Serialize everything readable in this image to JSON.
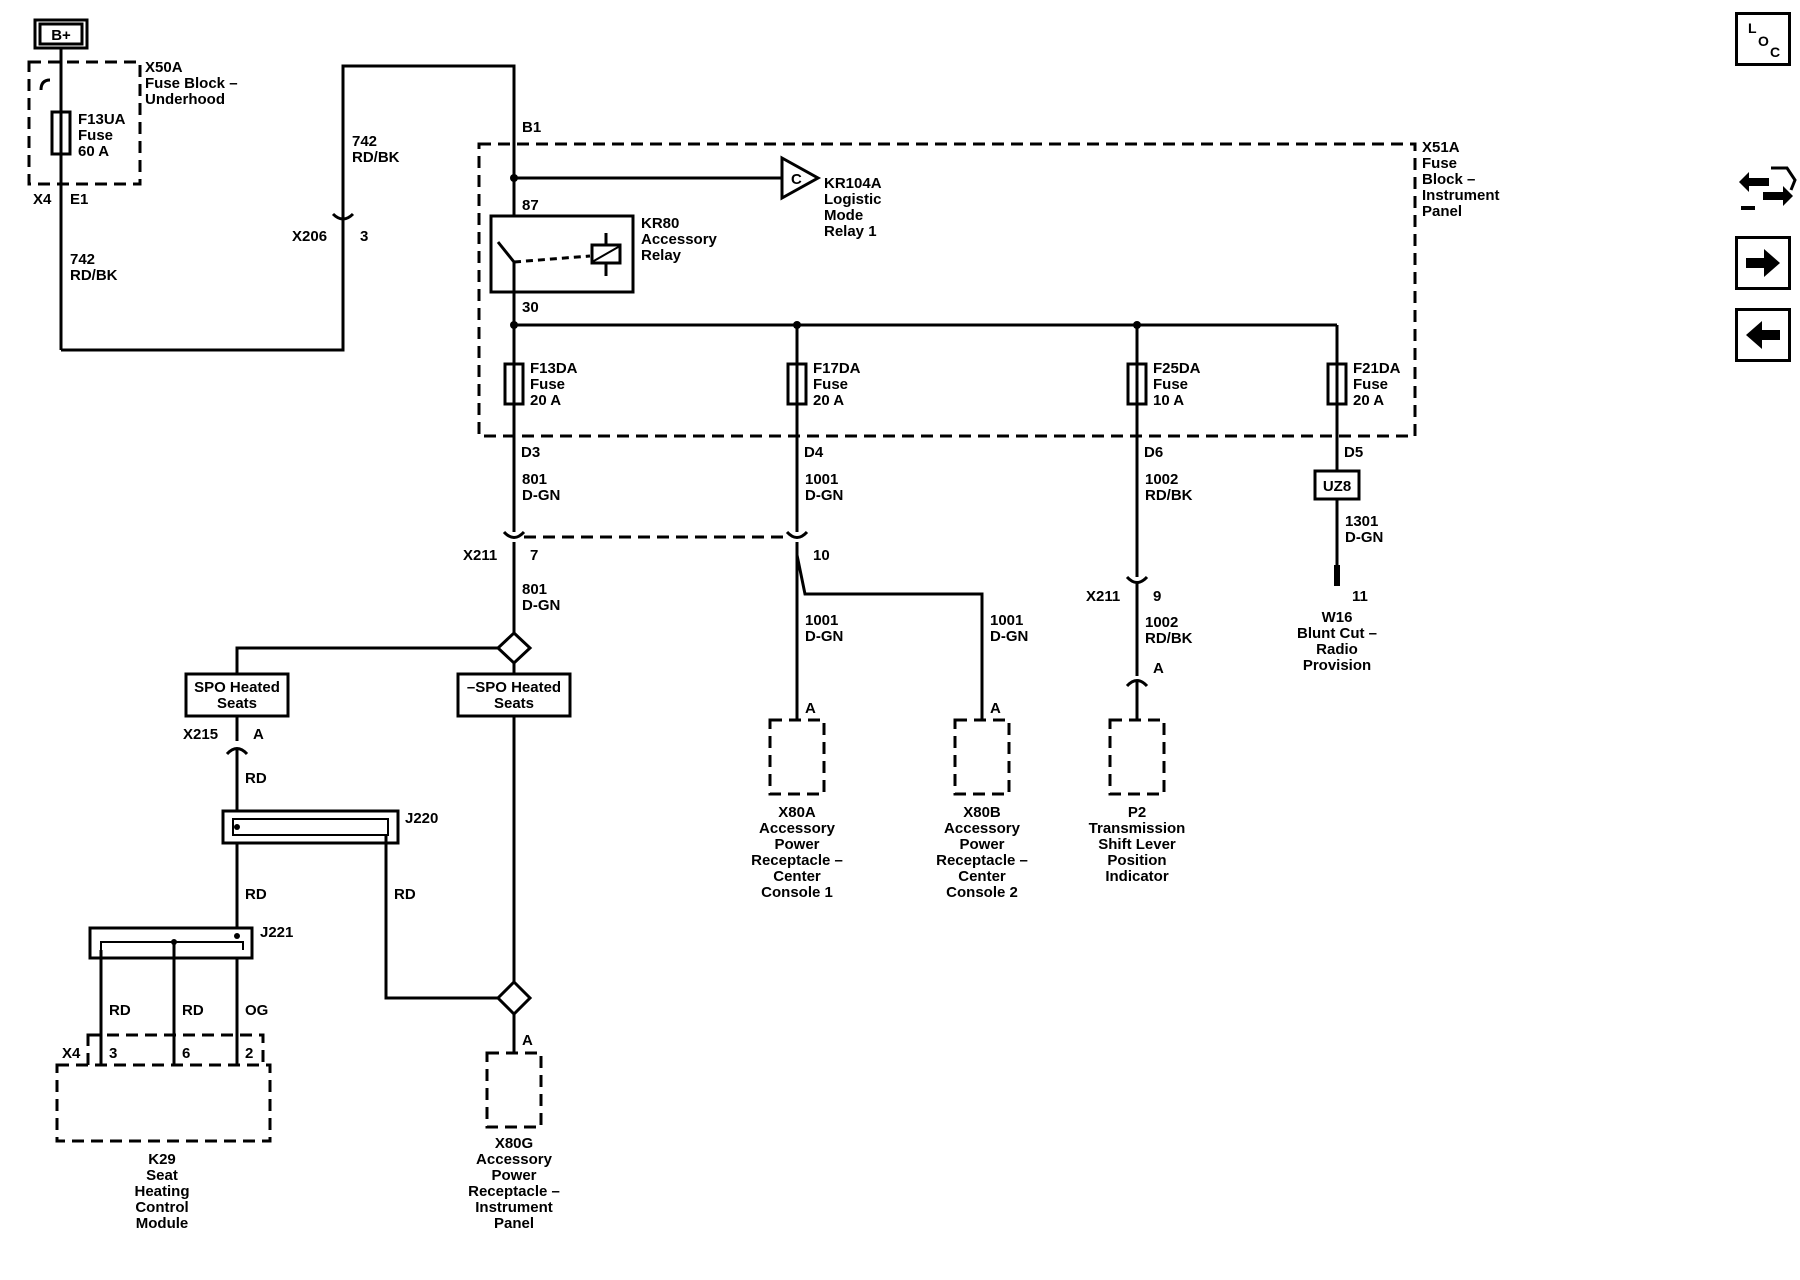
{
  "battery": "B+",
  "x50a": {
    "name": "X50A",
    "desc1": "Fuse Block –",
    "desc2": "Underhood",
    "fuse_name": "F13UA",
    "fuse_word": "Fuse",
    "fuse_rating": "60 A",
    "conn": "X4",
    "pin": "E1"
  },
  "wire742": {
    "circuit": "742",
    "color": "RD/BK"
  },
  "x206": {
    "name": "X206",
    "pin": "3"
  },
  "b1": "B1",
  "x51a": {
    "name": "X51A",
    "l1": "Fuse",
    "l2": "Block –",
    "l3": "Instrument",
    "l4": "Panel"
  },
  "pin87": "87",
  "pin30": "30",
  "kr104a": {
    "pin": "C",
    "name": "KR104A",
    "l1": "Logistic",
    "l2": "Mode",
    "l3": "Relay 1"
  },
  "kr80": {
    "name": "KR80",
    "l1": "Accessory",
    "l2": "Relay"
  },
  "fuses": [
    {
      "name": "F13DA",
      "word": "Fuse",
      "rating": "20 A",
      "pin": "D3",
      "circuit": "801",
      "color": "D-GN"
    },
    {
      "name": "F17DA",
      "word": "Fuse",
      "rating": "20 A",
      "pin": "D4",
      "circuit": "1001",
      "color": "D-GN"
    },
    {
      "name": "F25DA",
      "word": "Fuse",
      "rating": "10 A",
      "pin": "D6",
      "circuit": "1002",
      "color": "RD/BK"
    },
    {
      "name": "F21DA",
      "word": "Fuse",
      "rating": "20 A",
      "pin": "D5",
      "circuit": "1301",
      "color": "D-GN"
    }
  ],
  "uz8": "UZ8",
  "x211": {
    "name": "X211",
    "pin7": "7",
    "pin10": "10",
    "pin9": "9"
  },
  "w16": {
    "pin": "11",
    "name": "W16",
    "l1": "Blunt Cut –",
    "l2": "Radio",
    "l3": "Provision"
  },
  "wire801b": {
    "circuit": "801",
    "color": "D-GN"
  },
  "wire1001a": {
    "circuit": "1001",
    "color": "D-GN"
  },
  "wire1001b": {
    "circuit": "1001",
    "color": "D-GN"
  },
  "wire1002b": {
    "circuit": "1002",
    "color": "RD/BK"
  },
  "spo": {
    "heated": "SPO Heated",
    "seats": "Seats",
    "not_heated": "–SPO Heated",
    "not_seats": "Seats"
  },
  "x215": {
    "name": "X215",
    "pin": "A"
  },
  "rd": "RD",
  "og": "OG",
  "j220": "J220",
  "j221": "J221",
  "x4k29": {
    "conn": "X4",
    "p3": "3",
    "p6": "6",
    "p2": "2"
  },
  "k29": {
    "name": "K29",
    "l1": "Seat",
    "l2": "Heating",
    "l3": "Control",
    "l4": "Module"
  },
  "pin_a": "A",
  "x80g": {
    "name": "X80G",
    "l1": "Accessory",
    "l2": "Power",
    "l3": "Receptacle –",
    "l4": "Instrument",
    "l5": "Panel"
  },
  "x80a": {
    "name": "X80A",
    "l1": "Accessory",
    "l2": "Power",
    "l3": "Receptacle –",
    "l4": "Center",
    "l5": "Console 1"
  },
  "x80b": {
    "name": "X80B",
    "l1": "Accessory",
    "l2": "Power",
    "l3": "Receptacle –",
    "l4": "Center",
    "l5": "Console 2"
  },
  "p2": {
    "name": "P2",
    "l1": "Transmission",
    "l2": "Shift Lever",
    "l3": "Position",
    "l4": "Indicator"
  },
  "nav": {
    "loc_l": "L",
    "loc_o": "O",
    "loc_c": "C",
    "icons": [
      "loc-icon",
      "connector-icon",
      "next-arrow-icon",
      "back-arrow-icon"
    ]
  }
}
